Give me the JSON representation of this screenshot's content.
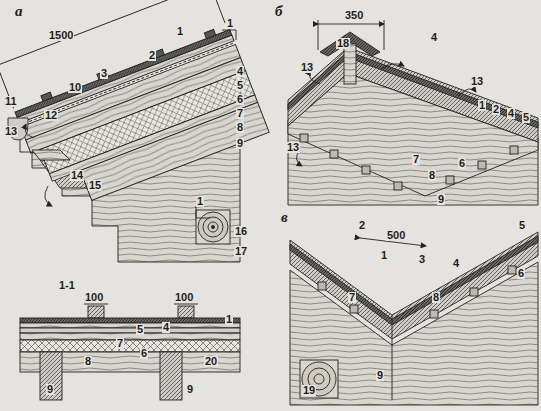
{
  "diagram": {
    "labels": [
      "а",
      "1500",
      "1",
      "1",
      "1",
      "2",
      "3",
      "4",
      "5",
      "6",
      "7",
      "8",
      "9",
      "10",
      "11",
      "12",
      "13",
      "14",
      "15",
      "16",
      "17",
      "б",
      "350",
      "18",
      "4",
      "13",
      "13",
      "1",
      "2",
      "4",
      "5",
      "13",
      "7",
      "6",
      "8",
      "9",
      "в",
      "500",
      "2",
      "1",
      "3",
      "4",
      "5",
      "6",
      "7",
      "8",
      "9",
      "19",
      "1-1",
      "100",
      "100",
      "1",
      "4",
      "5",
      "7",
      "6",
      "8",
      "20",
      "9",
      "9"
    ]
  }
}
